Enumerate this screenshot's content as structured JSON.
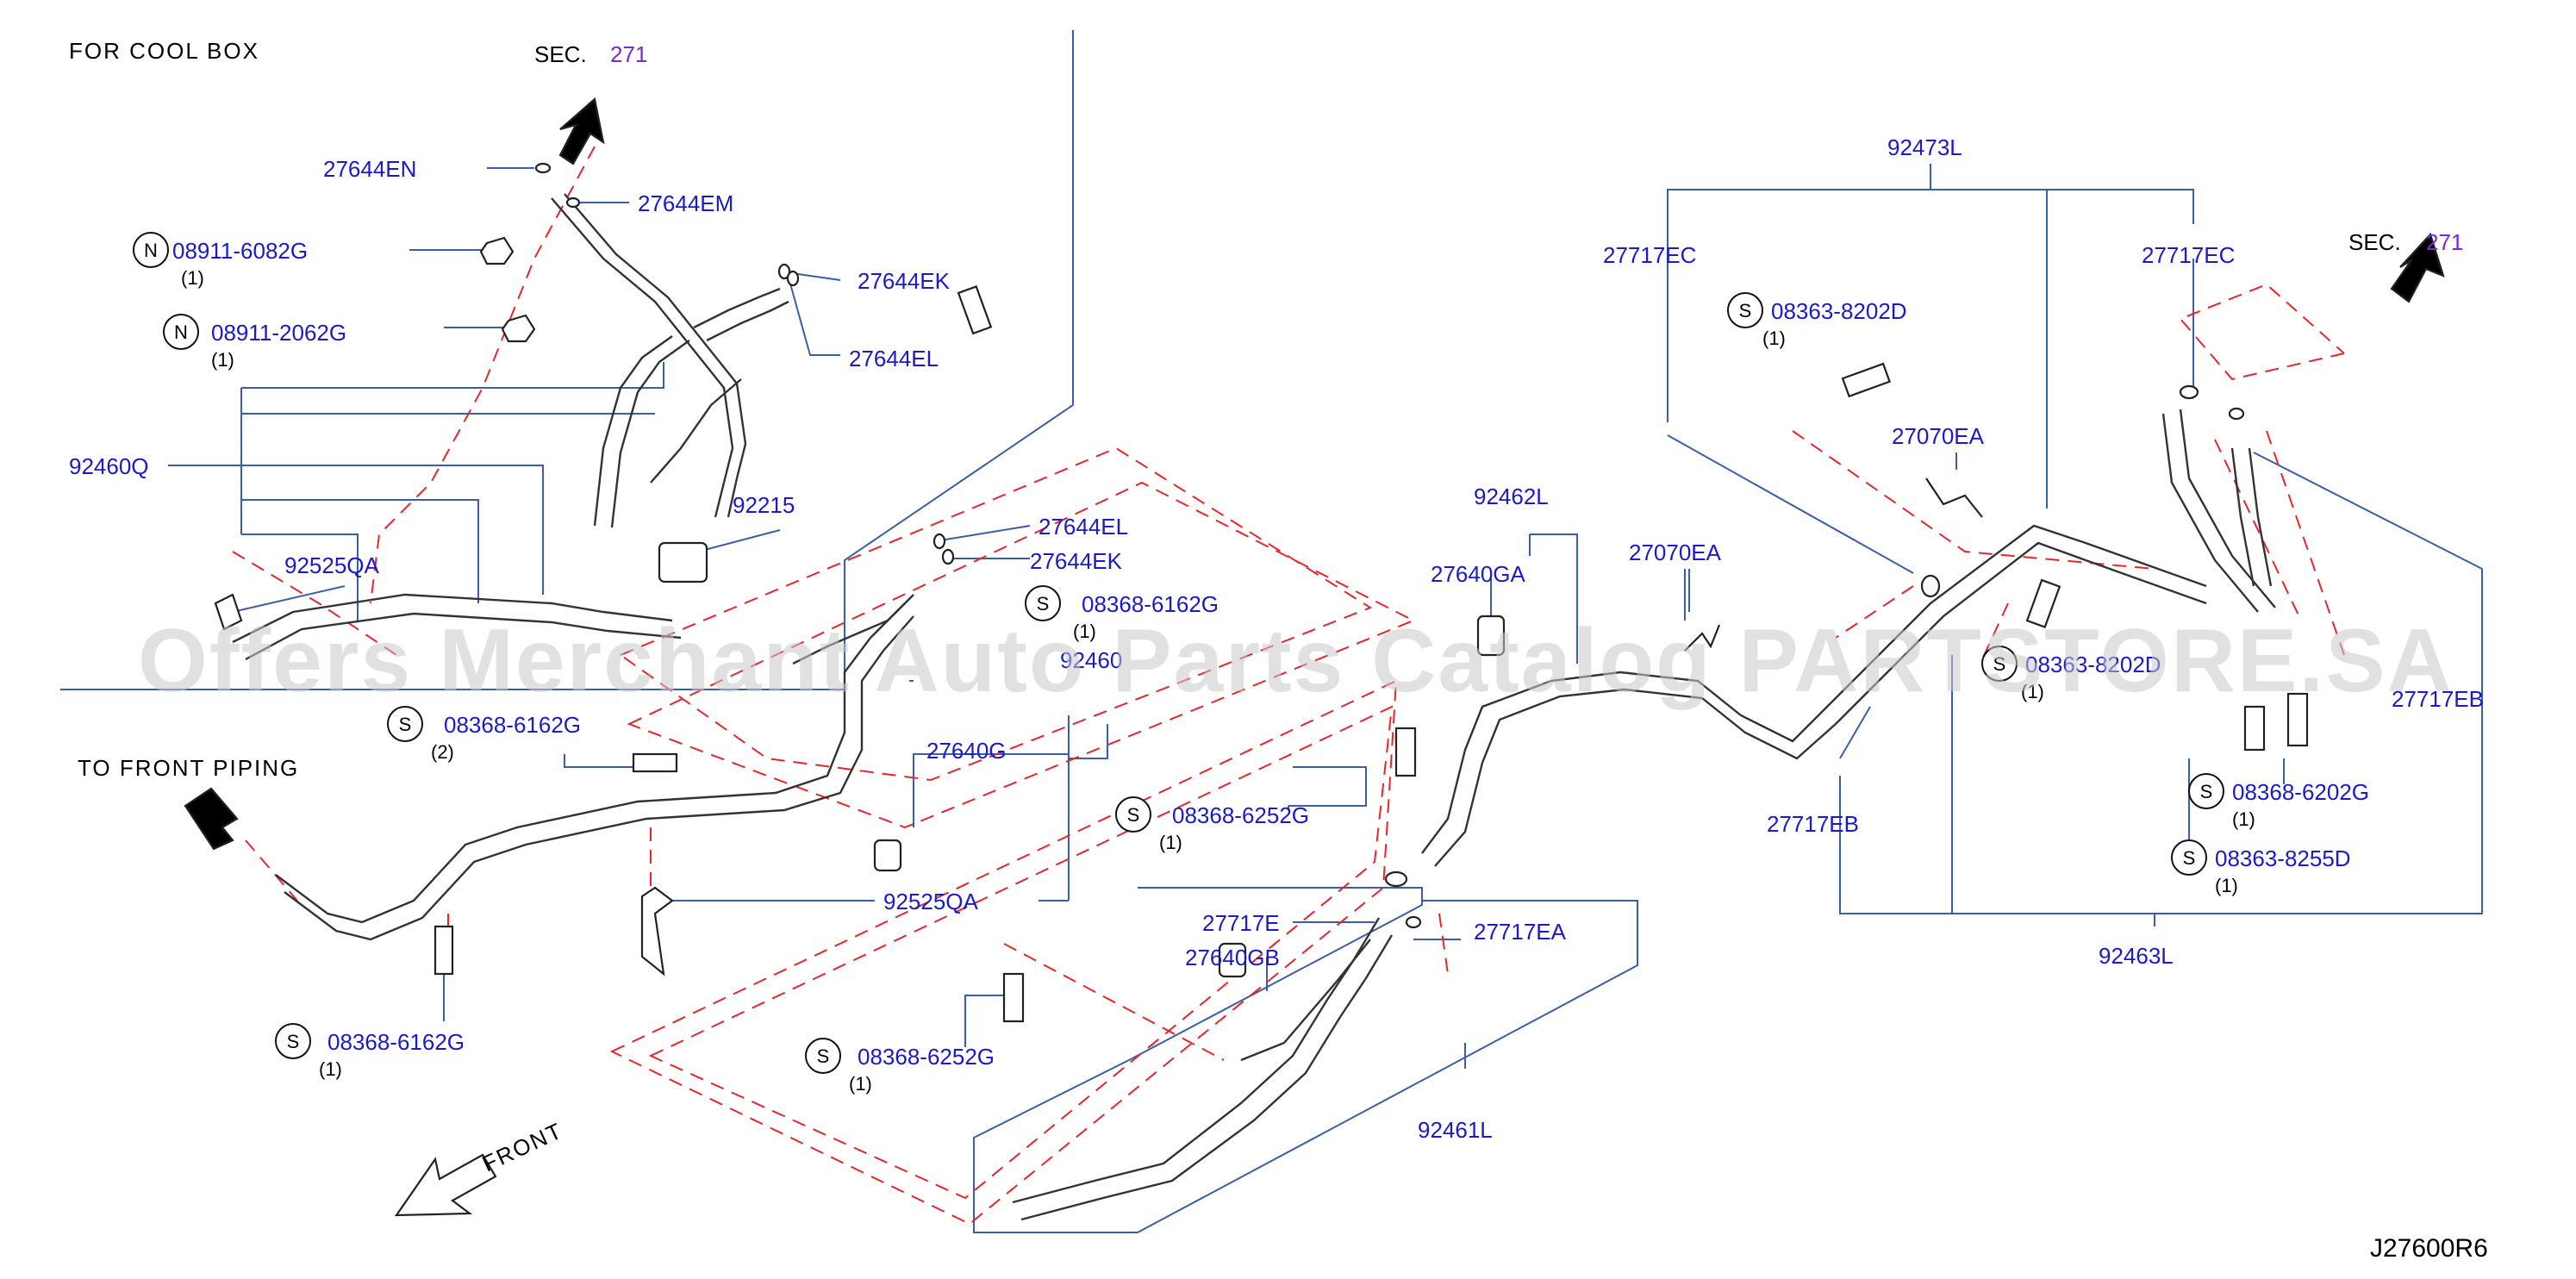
{
  "notes": {
    "cool_box": "FOR  COOL  BOX",
    "front_piping": "TO  FRONT  PIPING",
    "front": "FRONT",
    "diagram_ref": "J27600R6",
    "watermark": "Offers Merchant Auto Parts Catalog PARTSTORE.SA"
  },
  "sections": [
    {
      "label": "SEC.",
      "num": "271"
    },
    {
      "label": "SEC.",
      "num": "271"
    }
  ],
  "parts": {
    "p27644EN": "27644EN",
    "p27644EM": "27644EM",
    "p27644EK_top": "27644EK",
    "p27644EL_top": "27644EL",
    "p27644EL_mid": "27644EL",
    "p27644EK_mid": "27644EK",
    "n08911_6082G": "08911-6082G",
    "n08911_2062G": "08911-2062G",
    "p92460Q": "92460Q",
    "p92215": "92215",
    "p92525QA_top": "92525QA",
    "p92525QA_bot": "92525QA",
    "s08368_6162G_a": "08368-6162G",
    "s08368_6162G_b": "08368-6162G",
    "s08368_6162G_c": "08368-6162G",
    "p92460_partial": "92460",
    "p27640G": "27640G",
    "s08368_6252G_a": "08368-6252G",
    "s08368_6252G_b": "08368-6252G",
    "p92462L": "92462L",
    "p27640GA": "27640GA",
    "p27070EA_a": "27070EA",
    "p27070EA_b": "27070EA",
    "p27717E": "27717E",
    "p27640GB": "27640GB",
    "p27717EA": "27717EA",
    "p92461L": "92461L",
    "p92473L": "92473L",
    "p27717EC_a": "27717EC",
    "p27717EC_b": "27717EC",
    "s08363_8202D_a": "08363-8202D",
    "s08363_8202D_b": "08363-8202D",
    "p27717EB_a": "27717EB",
    "p27717EB_b": "27717EB",
    "s08368_6202G": "08368-6202G",
    "s08363_8255D": "08363-8255D",
    "p92463L": "92463L"
  },
  "quantities": {
    "q_6082G": "(1)",
    "q_2062G": "(1)",
    "q_6162G_a": "(1)",
    "q_6162G_b": "(2)",
    "q_6162G_c": "(1)",
    "q_6252G_a": "(1)",
    "q_6252G_b": "(1)",
    "q_8202D_a": "(1)",
    "q_8202D_b": "(1)",
    "q_6202G": "(1)",
    "q_8255D": "(1)"
  },
  "markers": {
    "nut": "N",
    "screw": "S"
  }
}
